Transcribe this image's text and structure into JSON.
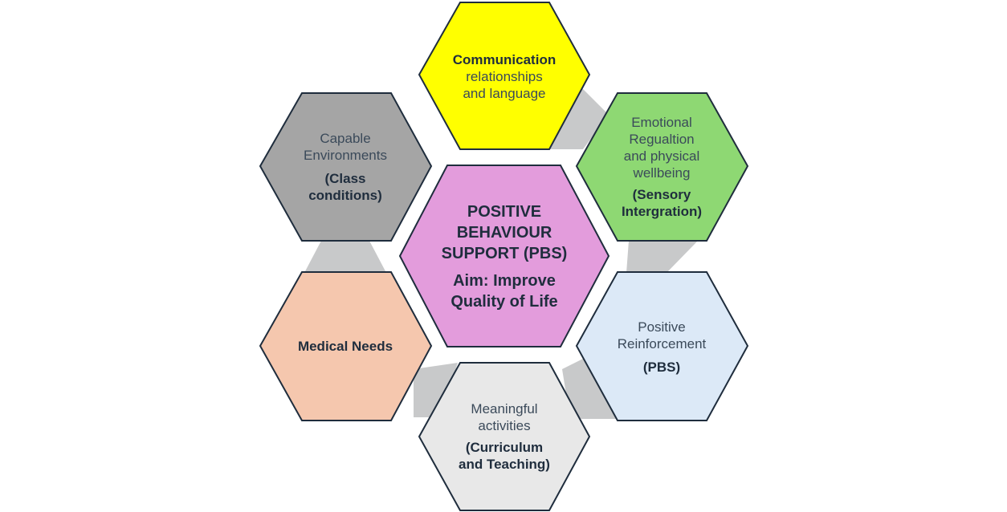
{
  "diagram": {
    "center": {
      "title_lines": [
        "POSITIVE",
        "BEHAVIOUR",
        "SUPPORT (PBS)"
      ],
      "aim_lines": [
        "Aim: Improve",
        "Quality of Life"
      ],
      "fill": "#e39cdc"
    },
    "communication": {
      "bold": "Communication",
      "lines": [
        "relationships",
        "and language"
      ],
      "fill": "#ffff00"
    },
    "emotional": {
      "lines": [
        "Emotional",
        "Regualtion",
        "and physical",
        "wellbeing"
      ],
      "bold_lines": [
        "(Sensory",
        "Intergration)"
      ],
      "fill": "#8ed873"
    },
    "positive_reinforcement": {
      "lines": [
        "Positive",
        "Reinforcement"
      ],
      "bold_lines": [
        "(PBS)"
      ],
      "fill": "#dce9f7"
    },
    "meaningful": {
      "lines": [
        "Meaningful",
        "activities"
      ],
      "bold_lines": [
        "(Curriculum",
        "and Teaching)"
      ],
      "fill": "#e8e8e8"
    },
    "medical": {
      "bold": "Medical Needs",
      "fill": "#f5c7ae"
    },
    "capable": {
      "lines": [
        "Capable",
        "Environments"
      ],
      "bold_lines": [
        "(Class",
        "conditions)"
      ],
      "fill": "#a5a5a5"
    },
    "connector_color": "#c8c9ca",
    "outline_color": "#1f2d3d"
  }
}
